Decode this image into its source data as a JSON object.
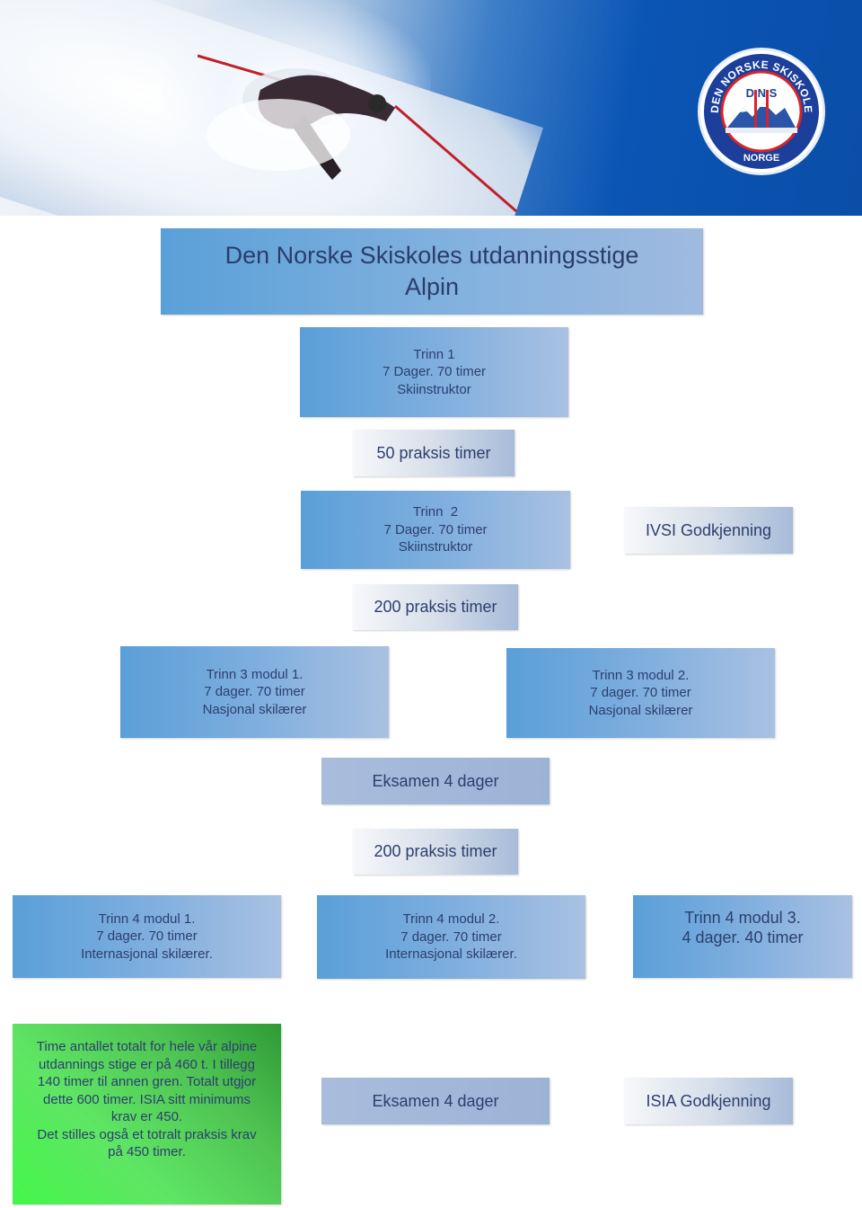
{
  "title": {
    "line1": "Den Norske Skiskoles utdanningsstige",
    "line2": "Alpin"
  },
  "logo": {
    "top_text": "DEN NORSKE SKISKOLE",
    "bottom_text": "NORGE",
    "letters": "D N S",
    "colors": {
      "ring": "#1b3f9a",
      "red": "#d8232a"
    }
  },
  "trinn1": {
    "l1": "Trinn 1",
    "l2": "7 Dager. 70 timer",
    "l3": "Skiinstruktor"
  },
  "praksis1": "50 praksis timer",
  "trinn2": {
    "l1": "Trinn  2",
    "l2": "7 Dager. 70 timer",
    "l3": "Skiinstruktor"
  },
  "ivsi": "IVSI Godkjenning",
  "praksis2": "200 praksis timer",
  "trinn3_1": {
    "l1": "Trinn 3 modul 1.",
    "l2": "7 dager. 70 timer",
    "l3": "Nasjonal skilærer"
  },
  "trinn3_2": {
    "l1": "Trinn 3 modul 2.",
    "l2": "7 dager. 70 timer",
    "l3": "Nasjonal skilærer"
  },
  "exam1": "Eksamen 4 dager",
  "praksis3": "200 praksis timer",
  "trinn4_1": {
    "l1": "Trinn 4 modul 1.",
    "l2": "7 dager. 70 timer",
    "l3": "Internasjonal skilærer."
  },
  "trinn4_2": {
    "l1": "Trinn 4 modul 2.",
    "l2": "7 dager. 70 timer",
    "l3": "Internasjonal skilærer."
  },
  "trinn4_3": {
    "l1": "Trinn 4 modul 3.",
    "l2": "4 dager. 40 timer"
  },
  "summary": {
    "l1": "Time antallet totalt for hele vår alpine",
    "l2": "utdannings stige er på 460 t. I tillegg",
    "l3": "140 timer til annen gren. Totalt utgjor",
    "l4": "dette 600 timer. ISIA sitt minimums",
    "l5": "krav er 450.",
    "l6": "Det stilles også et totralt praksis krav",
    "l7": "på 450 timer."
  },
  "exam2": "Eksamen 4 dager",
  "isia": "ISIA Godkjenning",
  "colors": {
    "box_blue": "#5a9fd8",
    "text": "#2c3f6e",
    "green": "#44f64a"
  }
}
